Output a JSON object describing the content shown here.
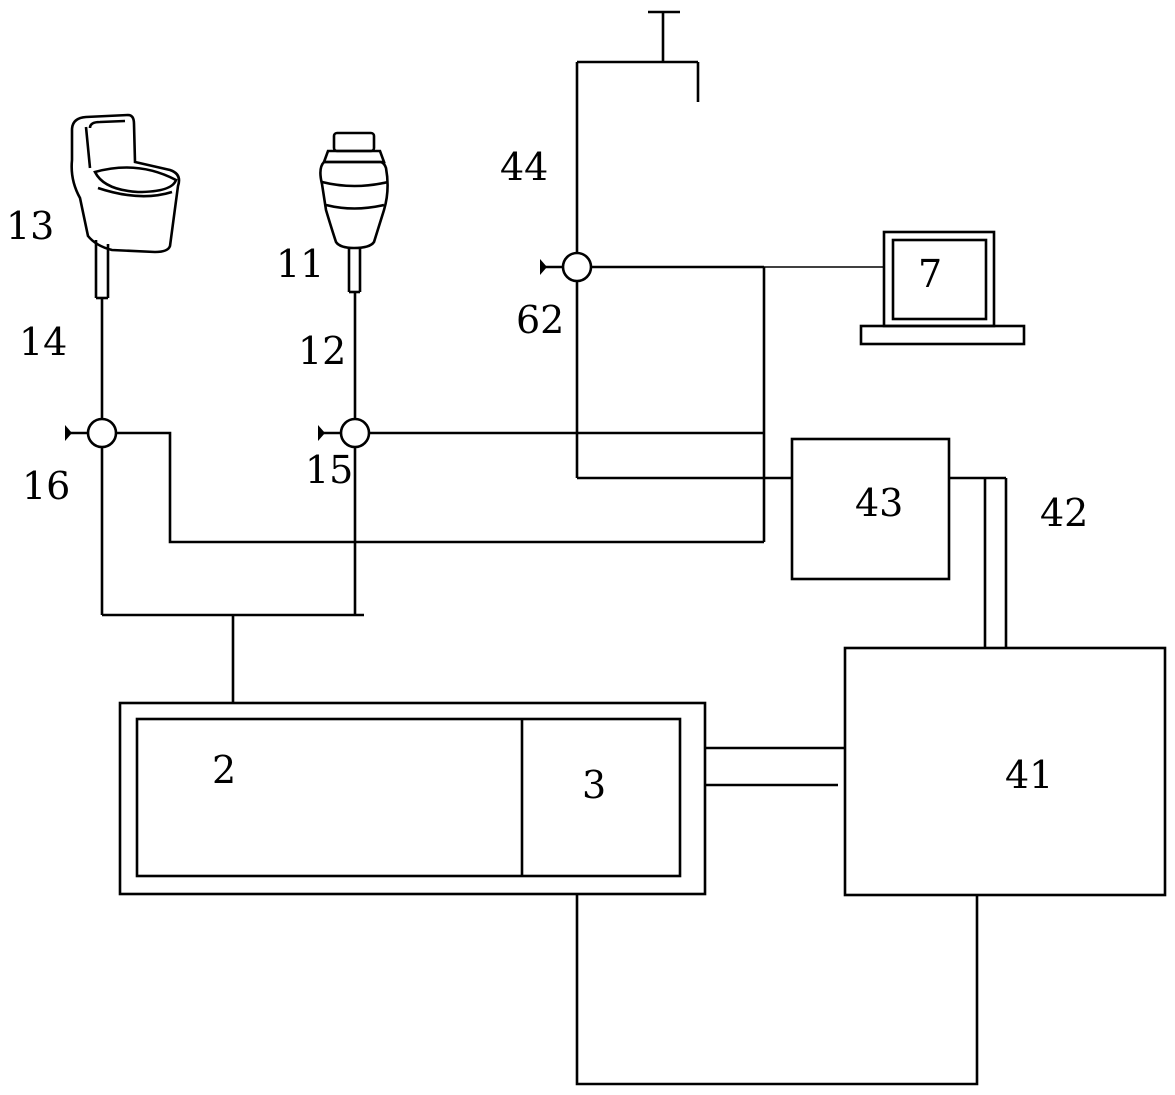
{
  "labels": {
    "l2": "2",
    "l3": "3",
    "l7": "7",
    "l11": "11",
    "l12": "12",
    "l13": "13",
    "l14": "14",
    "l15": "15",
    "l16": "16",
    "l41": "41",
    "l42": "42",
    "l43": "43",
    "l44": "44",
    "l62": "62"
  },
  "icons": {
    "toilet": "toilet-icon",
    "garbage_disposer": "garbage-disposer-icon",
    "laptop": "laptop-icon",
    "vent": "vent-cap-icon"
  }
}
